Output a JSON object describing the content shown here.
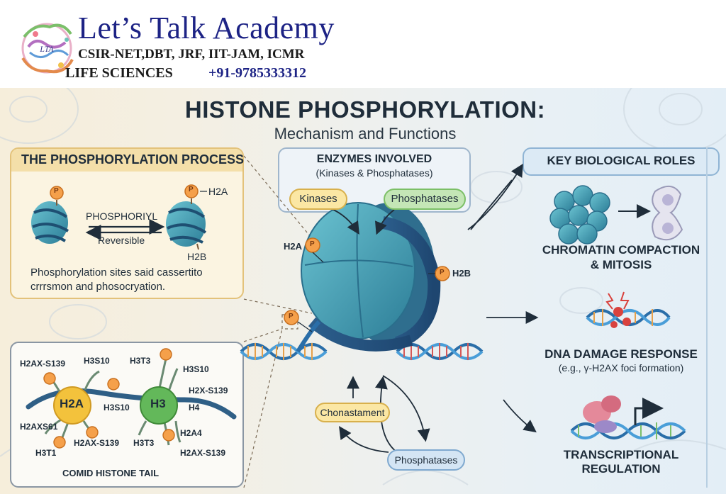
{
  "header": {
    "brand": "Let’s Talk Academy",
    "exams": "CSIR-NET,DBT, JRF, IIT-JAM, ICMR",
    "subject": "LIFE SCIENCES",
    "phone": "+91-9785333312",
    "logo_text": "LTA"
  },
  "title": "HISTONE PHOSPHORYLATION:",
  "subtitle": "Mechanism and Functions",
  "process": {
    "title": "THE PHOSPHORYLATION PROCESS",
    "arrow_label": "PHOSPHORIYL",
    "reversible": "Reversible",
    "h2a": "H2A",
    "h2b": "H2B",
    "desc_line1": "Phosphorylation sites said cassertito",
    "desc_line2": "crrrsmon and phosocryation."
  },
  "enzymes": {
    "title": "ENZYMES INVOLVED",
    "subtitle": "(Kinases & Phosphatases)",
    "kinases": "Kinases",
    "phosphatases": "Phosphatases"
  },
  "center": {
    "h2a": "H2A",
    "h2b": "H2B",
    "p": "P",
    "chonastament": "Chonastament",
    "phosphatases": "Phosphatases"
  },
  "tails": {
    "title": "COMID HISTONE TAIL",
    "h2a": "H2A",
    "h3": "H3",
    "labels": {
      "h2ax_s139_top": "H2AX-S139",
      "h3s10_top": "H3S10",
      "h3t3_top": "H3T3",
      "h3s10_right": "H3S10",
      "h2x_s139": "H2X-S139",
      "h3s10_mid": "H3S10",
      "h4": "H4",
      "h2axs61": "H2AXS61",
      "h2ax_s139_bottom": "H2AX-S139",
      "h3t1": "H3T1",
      "h3t3_bottom": "H3T3",
      "h2a4": "H2A4",
      "h2ax_s139_right": "H2AX-S139"
    }
  },
  "roles": {
    "title": "KEY BIOLOGICAL ROLES",
    "chromatin_line1": "CHROMATIN COMPACTION",
    "chromatin_line2": "& MITOSIS",
    "dna_title": "DNA DAMAGE RESPONSE",
    "dna_sub": "(e.g., γ-H2AX foci formation)",
    "tx_line1": "TRANSCRIPTIONAL",
    "tx_line2": "REGULATION"
  },
  "colors": {
    "brand_blue": "#1d2385",
    "nucleosome": "#3e9fb0",
    "nucleosome_dark": "#2a6f8c",
    "phosphate": "#f5a04a",
    "tail_line": "#2f5f86",
    "h2a_bead": "#f3c23c",
    "h3_bead": "#63b85a"
  }
}
